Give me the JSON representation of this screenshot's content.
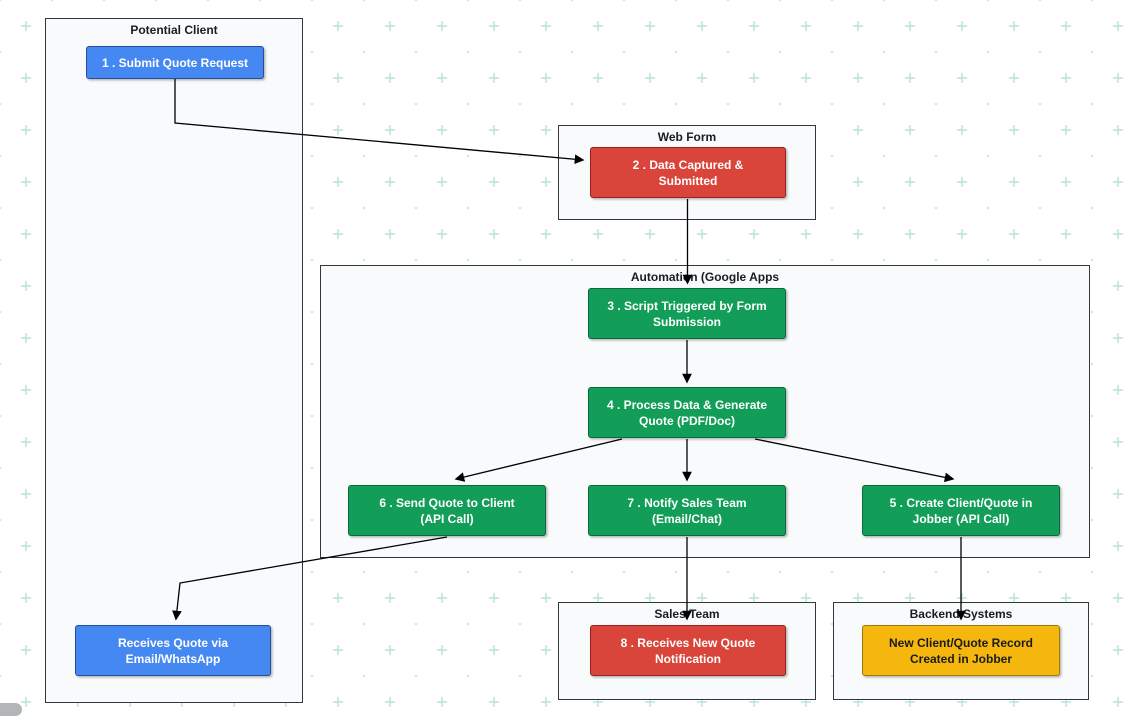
{
  "diagram": {
    "containers": {
      "potential_client": {
        "title": "Potential Client"
      },
      "web_form": {
        "title": "Web Form"
      },
      "automation": {
        "title": "Automation (Google Apps"
      },
      "sales_team": {
        "title": "Sales Team"
      },
      "backend_systems": {
        "title": "Backend Systems"
      }
    },
    "nodes": {
      "submit_quote": {
        "color": "blue",
        "lines": [
          "1 . Submit Quote Request"
        ]
      },
      "data_captured": {
        "color": "red",
        "lines": [
          "2 . Data Captured &",
          "Submitted"
        ]
      },
      "script_triggered": {
        "color": "green",
        "lines": [
          "3 . Script Triggered by Form",
          "Submission"
        ]
      },
      "process_data": {
        "color": "green",
        "lines": [
          "4 . Process Data & Generate",
          "Quote (PDF/Doc)"
        ]
      },
      "send_quote": {
        "color": "green",
        "lines": [
          "6 . Send Quote to Client",
          "(API Call)"
        ]
      },
      "notify_sales": {
        "color": "green",
        "lines": [
          "7 . Notify Sales Team",
          "(Email/Chat)"
        ]
      },
      "create_client": {
        "color": "green",
        "lines": [
          "5 . Create Client/Quote in",
          "Jobber (API Call)"
        ]
      },
      "receives_notification": {
        "color": "red",
        "lines": [
          "8 . Receives New Quote",
          "Notification"
        ]
      },
      "receives_quote": {
        "color": "blue",
        "lines": [
          "Receives Quote via",
          "Email/WhatsApp"
        ]
      },
      "new_record": {
        "color": "yellow",
        "lines": [
          "New Client/Quote Record",
          "Created in Jobber"
        ]
      }
    },
    "edges": [
      {
        "from": "submit_quote",
        "to": "data_captured"
      },
      {
        "from": "data_captured",
        "to": "script_triggered"
      },
      {
        "from": "script_triggered",
        "to": "process_data"
      },
      {
        "from": "process_data",
        "to": "send_quote"
      },
      {
        "from": "process_data",
        "to": "notify_sales"
      },
      {
        "from": "process_data",
        "to": "create_client"
      },
      {
        "from": "send_quote",
        "to": "receives_quote"
      },
      {
        "from": "notify_sales",
        "to": "receives_notification"
      },
      {
        "from": "create_client",
        "to": "new_record"
      }
    ],
    "colors": {
      "blue_fill": "#4688f1",
      "blue_border": "#274e9e",
      "red_fill": "#d9453a",
      "red_border": "#99231a",
      "green_fill": "#129e58",
      "green_border": "#0a6b3a",
      "yellow_fill": "#f5b70d",
      "yellow_border": "#9c7a12",
      "node_text_light": "#ffffff",
      "node_text_dark": "#1a1a1a",
      "group_fill": "#f9fafc",
      "group_border": "#33373c",
      "edge_color": "#000000",
      "grid_plus": "#b8e3d9",
      "grid_dot": "#cfeae3"
    }
  }
}
